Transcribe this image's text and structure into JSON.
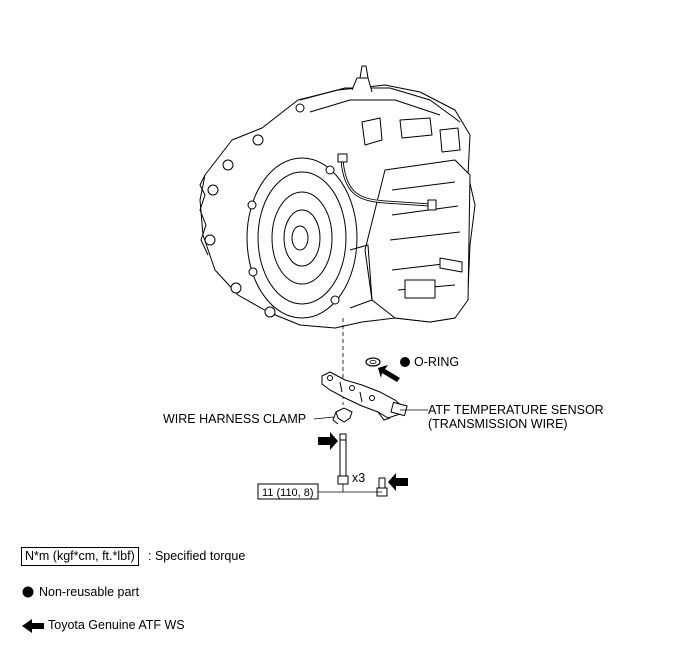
{
  "labels": {
    "o_ring": "O-RING",
    "atf_sensor_line1": "ATF TEMPERATURE SENSOR",
    "atf_sensor_line2": "(TRANSMISSION WIRE)",
    "wire_harness_clamp": "WIRE HARNESS CLAMP",
    "bolt_count": "x3",
    "torque_value": "11 (110, 8)"
  },
  "legend": {
    "torque_units": "N*m (kgf*cm, ft.*lbf)",
    "torque_desc": ": Specified torque",
    "non_reusable": "Non-reusable part",
    "atf_ws": "Toyota Genuine ATF WS"
  },
  "icons": {
    "non_reusable": "filled-circle-icon",
    "apply_fluid": "bold-arrow-icon"
  },
  "colors": {
    "line": "#000000",
    "background": "#ffffff"
  }
}
